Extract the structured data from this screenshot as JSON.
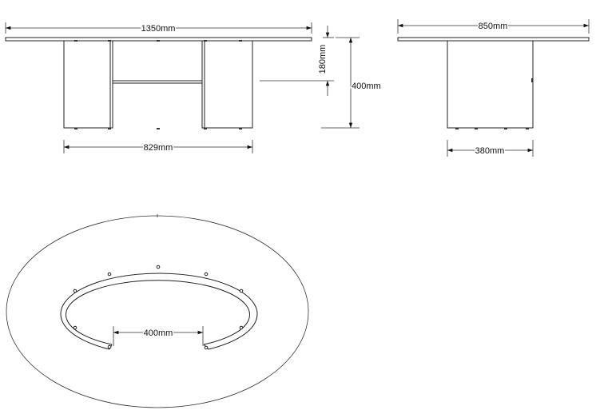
{
  "front_view": {
    "overall_width": "1350mm",
    "base_width": "829mm",
    "shelf_height": "180mm",
    "total_height": "400mm"
  },
  "side_view": {
    "overall_depth": "850mm",
    "base_depth": "380mm"
  },
  "top_view": {
    "ring_gap": "400mm"
  }
}
